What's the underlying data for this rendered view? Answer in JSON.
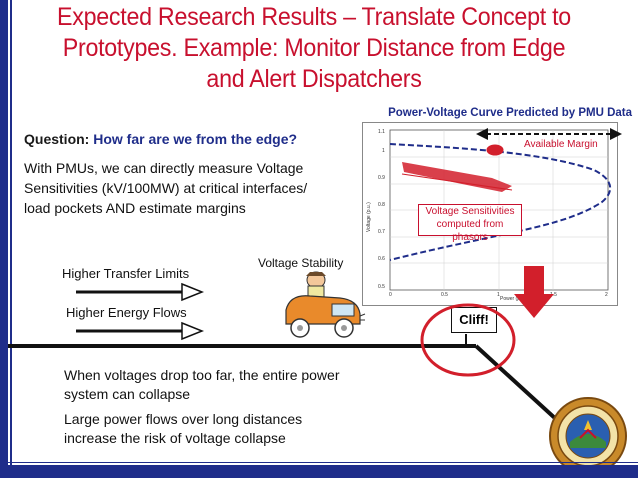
{
  "title": {
    "line1": "Expected Research Results – Translate Concept to",
    "line2": "Prototypes. Example: Monitor  Distance from  Edge",
    "line3": "and Alert Dispatchers"
  },
  "question": {
    "label": "Question:",
    "text": "How far are we from the edge?"
  },
  "body": {
    "line1": "With PMUs, we can directly measure Voltage",
    "line2": "Sensitivities (kV/100MW) at critical interfaces/",
    "line3": "load pockets AND estimate margins"
  },
  "diagram": {
    "higher_transfer": "Higher Transfer Limits",
    "higher_energy": "Higher Energy Flows",
    "voltage_stability": "Voltage Stability",
    "cliff": "Cliff!"
  },
  "chart": {
    "title": "Power-Voltage Curve Predicted by PMU Data",
    "available_margin": "Available Margin",
    "voltage_sens_line1": "Voltage Sensitivities",
    "voltage_sens_line2": "computed from phasors",
    "ylabel": "Voltage (p.u.)",
    "xlabel": "Power (p.u.)",
    "yticks": [
      "1.1",
      "1",
      "0.9",
      "0.8",
      "0.7",
      "0.6",
      "0.5"
    ],
    "xticks": [
      "0",
      "0.5",
      "1",
      "1.5",
      "2"
    ]
  },
  "bottom": {
    "para1_line1": "When voltages drop too far, the entire power",
    "para1_line2": "system can collapse",
    "para2_line1": "Large power flows over long distances",
    "para2_line2": "increase the risk of voltage collapse"
  },
  "colors": {
    "title": "#c8102e",
    "accent_blue": "#1f2d8a",
    "curve": "#1f2d8a",
    "highlight_red": "#d21f2b"
  },
  "icons": {
    "car": "cartoon-car-icon",
    "seal": "california-state-seal-icon"
  }
}
